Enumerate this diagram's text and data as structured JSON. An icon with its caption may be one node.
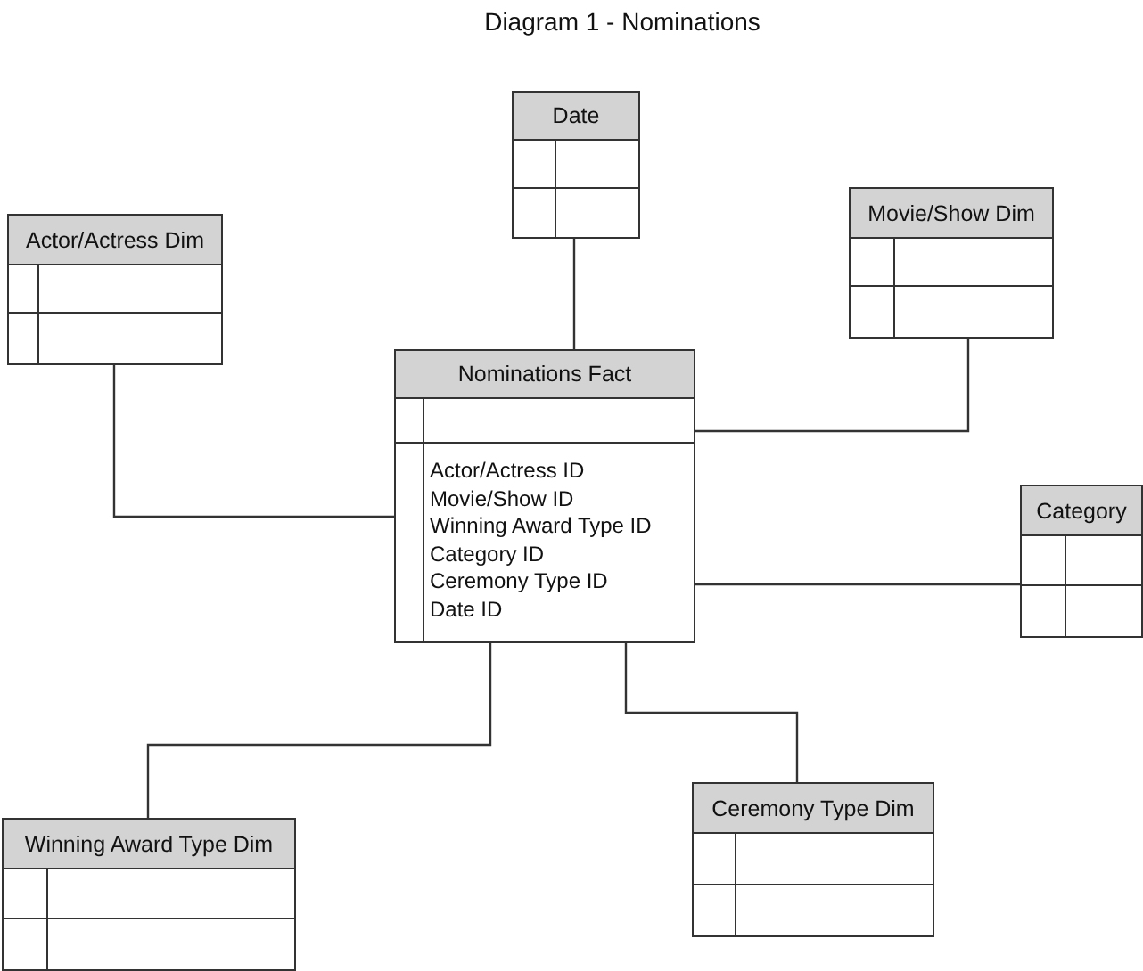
{
  "diagram": {
    "title": "Diagram 1 - Nominations",
    "nodes": [
      {
        "text": [
          "Date"
        ]
      },
      {
        "text": [
          "Actor/Actress Dim"
        ]
      },
      {
        "text": [
          "Movie/Show Dim"
        ]
      },
      {
        "text": [
          "Nominations Fact",
          "Actor/Actress ID",
          "Movie/Show ID",
          "Winning Award Type ID",
          "Category ID",
          "Ceremony Type ID",
          "Date ID"
        ]
      },
      {
        "text": [
          "Category"
        ]
      },
      {
        "text": [
          "Winning Award Type Dim"
        ]
      },
      {
        "text": [
          "Ceremony Type Dim"
        ]
      }
    ],
    "edges": [
      {
        "from": 3,
        "to": 0,
        "arrow": "none"
      },
      {
        "from": 3,
        "to": 1,
        "arrow": "none"
      },
      {
        "from": 3,
        "to": 2,
        "arrow": "none"
      },
      {
        "from": 3,
        "to": 4,
        "arrow": "none"
      },
      {
        "from": 3,
        "to": 5,
        "arrow": "none"
      },
      {
        "from": 3,
        "to": 6,
        "arrow": "none"
      }
    ]
  }
}
